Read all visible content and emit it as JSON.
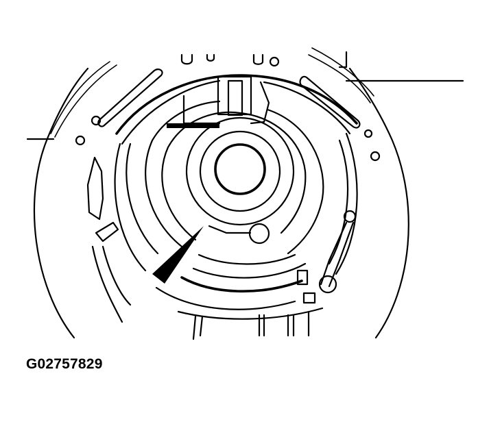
{
  "figure": {
    "id_label": "G02757829",
    "subject": "brake-backing-plate-assembly",
    "colors": {
      "line": "#000000",
      "background": "#ffffff"
    },
    "callouts": [
      {
        "name": "callout-line-right",
        "side": "right"
      },
      {
        "name": "callout-line-left",
        "side": "left"
      }
    ],
    "indicator": {
      "type": "arrow",
      "direction": "up-right",
      "fill": "#000000"
    }
  }
}
